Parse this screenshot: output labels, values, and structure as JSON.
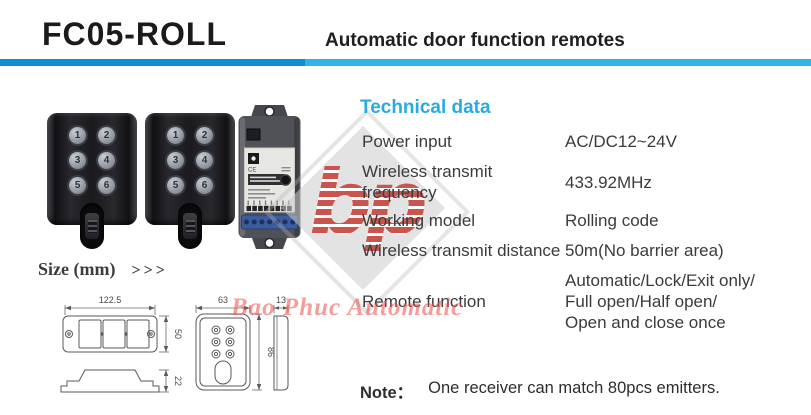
{
  "header": {
    "product_code": "FC05-ROLL",
    "subtitle": "Automatic door function remotes"
  },
  "colors": {
    "bar_left": "#0a8fd4",
    "bar_right": "#2fb3e8",
    "accent_blue": "#29abe2",
    "watermark_red": "#e94e48"
  },
  "products": {
    "remote_buttons": [
      "1",
      "2",
      "3",
      "4",
      "5",
      "6"
    ],
    "receiver": {
      "ce_mark": "CE"
    }
  },
  "watermark": {
    "logo": "bp",
    "name": "Bao Phuc Automatic"
  },
  "size_section": {
    "title": "Size (mm)",
    "chevrons": ">>>"
  },
  "dimensions": {
    "receiver_width": "122.5",
    "receiver_height": "50",
    "receiver_depth": "22",
    "remote_width": "63",
    "remote_height": "86",
    "remote_depth": "13"
  },
  "technical": {
    "title": "Technical data",
    "rows": [
      {
        "label": "Power input",
        "value": "AC/DC12~24V"
      },
      {
        "label": "Wireless transmit frequency",
        "value": "433.92MHz"
      },
      {
        "label": "Working model",
        "value": "Rolling code"
      },
      {
        "label": "Wireless transmit distance",
        "value": "50m(No barrier area)"
      },
      {
        "label": "Remote function",
        "value": "Automatic/Lock/Exit only/\nFull open/Half open/\nOpen and close once"
      }
    ],
    "note_label": "Note：",
    "note_text": "One receiver can match 80pcs emitters."
  }
}
